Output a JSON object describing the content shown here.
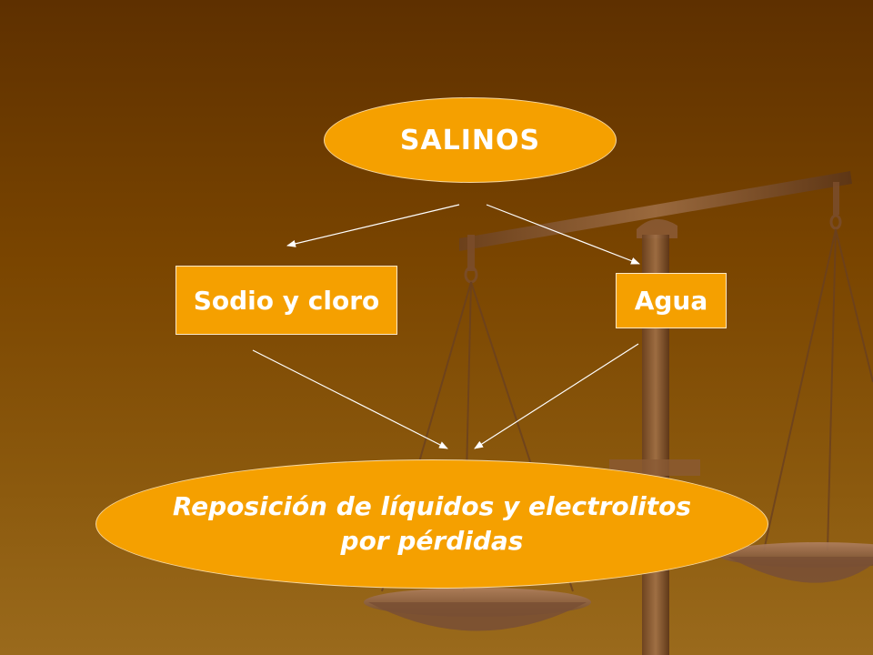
{
  "diagram": {
    "root": {
      "label": "SALINOS"
    },
    "left_node": {
      "label": "Sodio y cloro"
    },
    "right_node": {
      "label": "Agua"
    },
    "result": {
      "line1": "Reposición de líquidos y electrolitos",
      "line2": "por pérdidas"
    }
  },
  "colors": {
    "node_fill": "#f5a000",
    "text": "#ffffff",
    "arrow": "#ffffff",
    "background_dark": "#5e3000",
    "background_light": "#9a6a1c"
  }
}
